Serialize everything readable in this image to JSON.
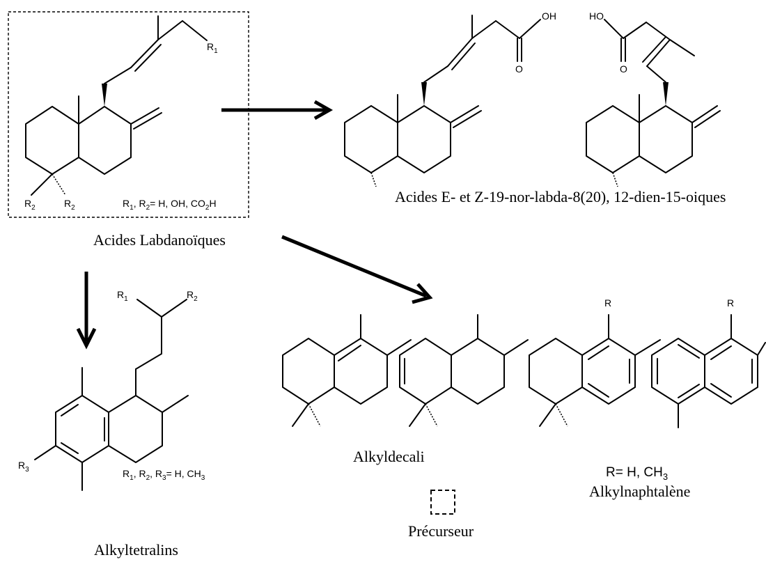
{
  "labels": {
    "labdanoic": "Acides Labdanoïques",
    "nor_labda": "Acides E- et Z-19-nor-labda-8(20), 12-dien-15-oiques",
    "alkyltetralins": "Alkyltetralins",
    "alkyldecali": "Alkyldecali",
    "alkylnaphtalene": "Alkylnaphtalène",
    "precurseur": "Précurseur",
    "r_def": "R= H, CH",
    "r_def_sub": "3",
    "r1r2_def": ", R",
    "r1r2_tail": "= H, OH, CO",
    "r1r2_tail2": "H",
    "r123_tail": "= H, CH",
    "oh": "OH",
    "ho": "HO",
    "o": "O",
    "r": "R",
    "r1": "R",
    "r2": "R",
    "r3": "R",
    "sub1": "1",
    "sub2": "2",
    "sub3": "3"
  }
}
